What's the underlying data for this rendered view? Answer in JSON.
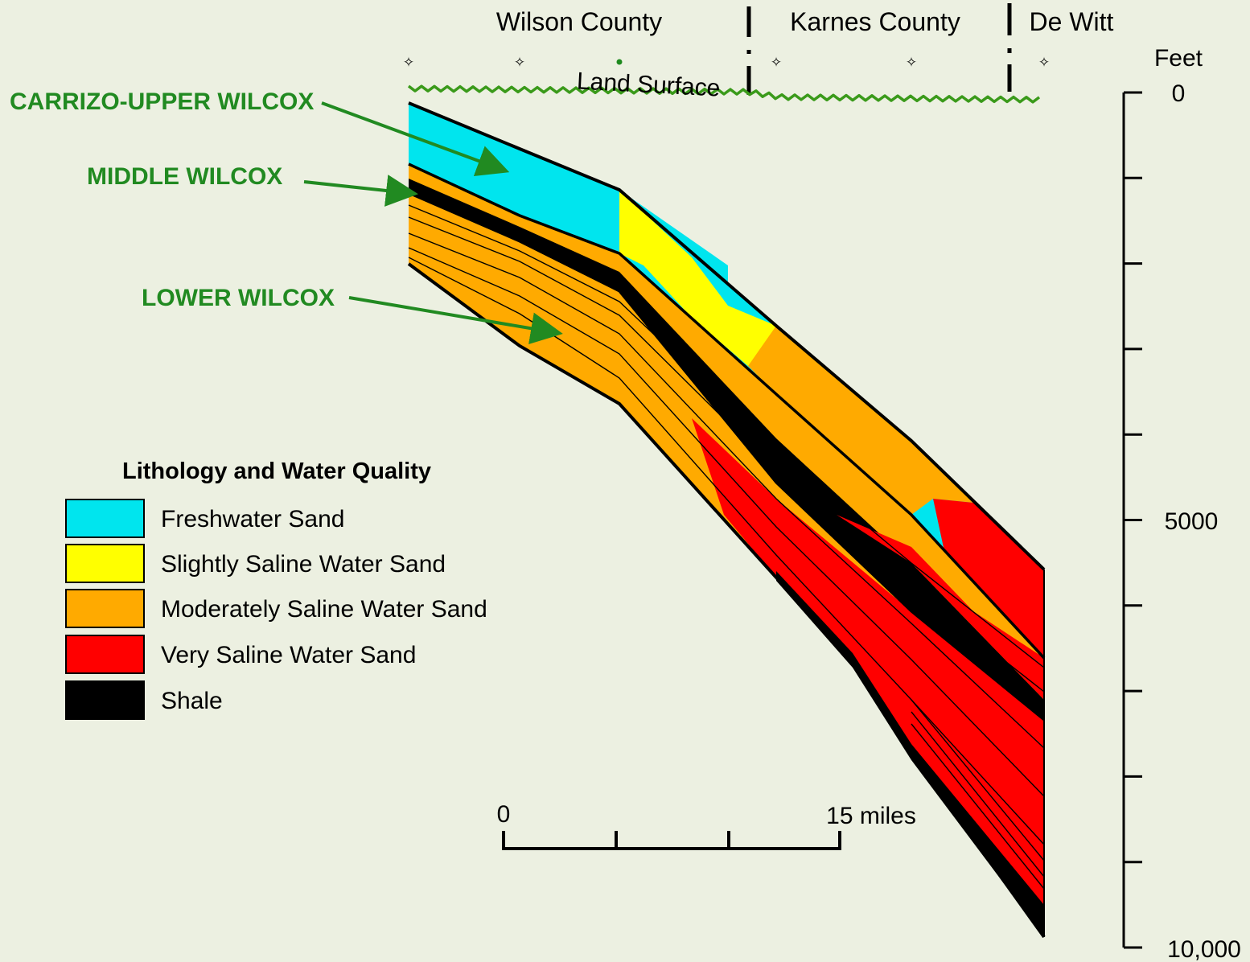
{
  "counties": {
    "left": "Wilson County",
    "middle": "Karnes County",
    "right": "De Witt"
  },
  "land_surface_label": "Land Surface",
  "units": {
    "carrizo": "CARRIZO-UPPER WILCOX",
    "middle": "MIDDLE WILCOX",
    "lower": "LOWER WILCOX"
  },
  "depth_axis": {
    "title": "Feet",
    "ticks": [
      "0",
      "5000",
      "10,000"
    ]
  },
  "scale_bar": {
    "start": "0",
    "end": "15 miles"
  },
  "legend": {
    "title": "Lithology and Water Quality",
    "items": [
      {
        "label": "Freshwater Sand",
        "color": "#00e5ee"
      },
      {
        "label": "Slightly Saline Water Sand",
        "color": "#ffff00"
      },
      {
        "label": "Moderately Saline Water Sand",
        "color": "#ffaa00"
      },
      {
        "label": "Very Saline Water Sand",
        "color": "#ff0000"
      },
      {
        "label": "Shale",
        "color": "#000000"
      }
    ]
  },
  "colors": {
    "background": "#ecf0e1",
    "unit_label": "#218a21",
    "land_surface": "#3a9a1a"
  }
}
